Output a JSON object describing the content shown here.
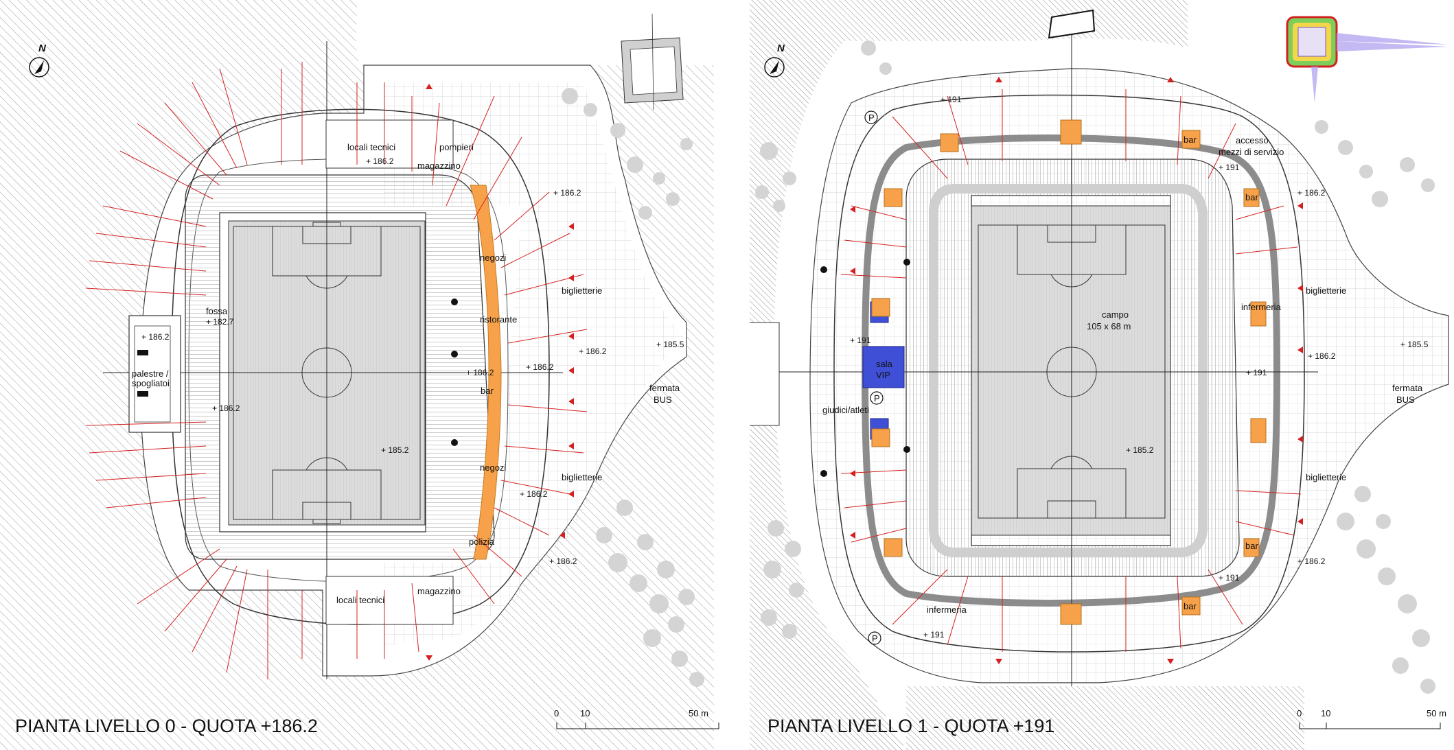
{
  "north_label": "N",
  "scale": {
    "zero": "0",
    "ten": "10",
    "fifty": "50 m"
  },
  "colors": {
    "accent_orange": "#f7a24a",
    "vip_blue": "#3f4fd6",
    "access_red": "#d42020",
    "field_gray": "#dcdcdc"
  },
  "level0": {
    "title": "PIANTA LIVELLO 0 - QUOTA +186.2",
    "labels": {
      "locali_tecnici_top": "locali tecnici",
      "pompieri": "pompieri",
      "magazzino_top": "magazzino",
      "negozi_top": "negozi",
      "ristorante": "ristorante",
      "bar": "bar",
      "negozi_bottom": "negozi",
      "polizia": "polizia",
      "biglietterie_top": "biglietterie",
      "biglietterie_bottom": "biglietterie",
      "fermata_bus_1": "fermata",
      "fermata_bus_2": "BUS",
      "fossa": "fossa",
      "palestre_1": "palestre /",
      "palestre_2": "spogliatoi",
      "locali_tecnici_bottom": "locali tecnici",
      "magazzino_bottom": "magazzino"
    },
    "elevations": {
      "e1": "+ 186.2",
      "e2": "+ 186.2",
      "e3": "+ 182.7",
      "e4": "+ 186.2",
      "e5": "+ 186.2",
      "e6": "+ 186.2",
      "e7": "+ 186.2",
      "e8": "+ 186.2",
      "e9": "+ 185.5",
      "e10": "+ 185.2",
      "e11": "+ 186.2",
      "e12": "+ 186.2"
    }
  },
  "level1": {
    "title": "PIANTA LIVELLO 1 - QUOTA +191",
    "labels": {
      "campo_1": "campo",
      "campo_2": "105 x 68 m",
      "accesso_1": "accesso",
      "accesso_2": "mezzi di servizio",
      "bar_top": "bar",
      "bar_right_top": "bar",
      "bar_right_bottom": "bar",
      "bar_bottom": "bar",
      "infermeria_right": "infermeria",
      "infermeria_bottom": "infermeria",
      "biglietterie_top": "biglietterie",
      "biglietterie_bottom": "biglietterie",
      "fermata_bus_1": "fermata",
      "fermata_bus_2": "BUS",
      "sala_vip_1": "sala",
      "sala_vip_2": "VIP",
      "giudici_atleti": "giudici/atleti",
      "parking_1": "P",
      "parking_2": "P",
      "parking_3": "P"
    },
    "elevations": {
      "e1": "+ 191",
      "e2": "+ 191",
      "e3": "+ 186.2",
      "e4": "+ 191",
      "e5": "+ 185.5",
      "e6": "+ 186.2",
      "e7": "+ 191",
      "e8": "+ 185.2",
      "e9": "+ 186.2",
      "e10": "+ 191",
      "e11": "+ 191"
    }
  }
}
